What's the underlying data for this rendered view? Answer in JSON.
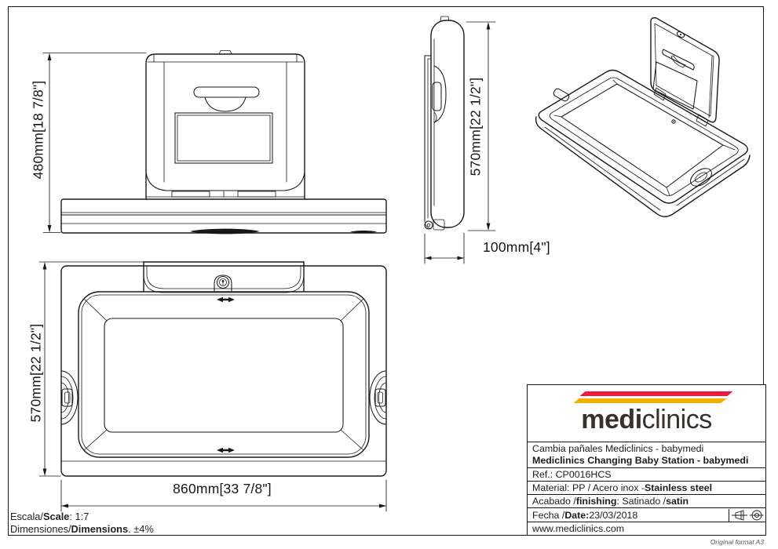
{
  "sheet": {
    "format_note": "Original format A3"
  },
  "dimensions": {
    "closed_front_height": "480mm[18 7/8\"]",
    "side_height": "570mm[22 1/2\"]",
    "side_depth": "100mm[4\"]",
    "open_front_height": "570mm[22 1/2\"]",
    "open_front_width": "860mm[33 7/8\"]"
  },
  "scale_block": {
    "scale_pre": "Escala/",
    "scale_bold": "Scale",
    "scale_rest": ": 1:7",
    "dims_pre": "Dimensiones/",
    "dims_bold": "Dimensions",
    "dims_rest": ". ±4%"
  },
  "title_block": {
    "brand_bold": "medi",
    "brand_light": "clinics",
    "brand_stripe_red": "#ec1c3a",
    "brand_stripe_yellow": "#f2af00",
    "product_es": "Cambia pañales Mediclinics - babymedi",
    "product_en": "Mediclinics Changing Baby Station - babymedi",
    "ref": "Ref.: CP0016HCS",
    "material_pre": "Material: PP / Acero inox - ",
    "material_bold": "Stainless steel",
    "finish_pre": "Acabado / ",
    "finish_bold": "finishing",
    "finish_mid": ": Satinado / ",
    "finish_bold2": "satin",
    "date_pre": "Fecha / ",
    "date_bold": "Date:",
    "date_value": " 23/03/2018",
    "website": "www.mediclinics.com"
  }
}
